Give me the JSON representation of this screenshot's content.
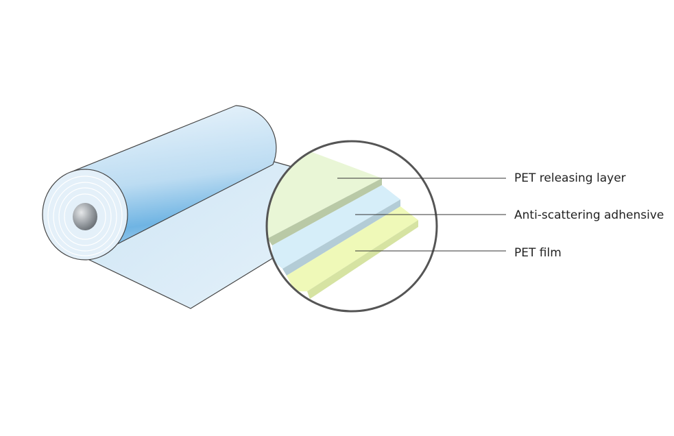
{
  "diagram": {
    "layers": [
      {
        "id": "pet-releasing-layer",
        "label": "PET releasing layer",
        "color": "#e8f5d4"
      },
      {
        "id": "anti-scattering-adhesive",
        "label": "Anti-scattering adhensive",
        "color": "#d4edf7"
      },
      {
        "id": "pet-film",
        "label": "PET film",
        "color": "#eef9b4"
      }
    ],
    "colors": {
      "roll_light": "#e2f0f9",
      "roll_dark": "#6eb4e2",
      "sheet": "#d9ebf6",
      "outline": "#444444",
      "core": "#8e9398",
      "magnifier_ring": "#555555",
      "callout_line": "#333333"
    }
  }
}
